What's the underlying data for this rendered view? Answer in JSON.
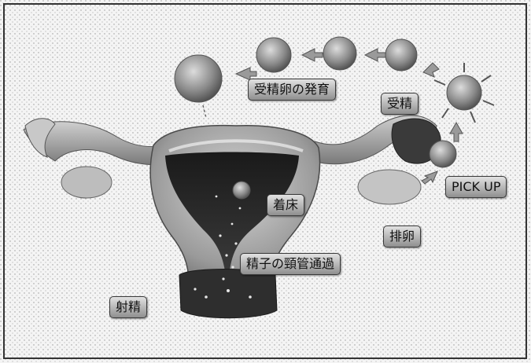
{
  "labels": {
    "development": "受精卵の発育",
    "fertilization": "受精",
    "pickup": "PICK UP",
    "implantation": "着床",
    "ovulation": "排卵",
    "cervical_passage": "精子の頸管通過",
    "ejaculation": "射精"
  }
}
